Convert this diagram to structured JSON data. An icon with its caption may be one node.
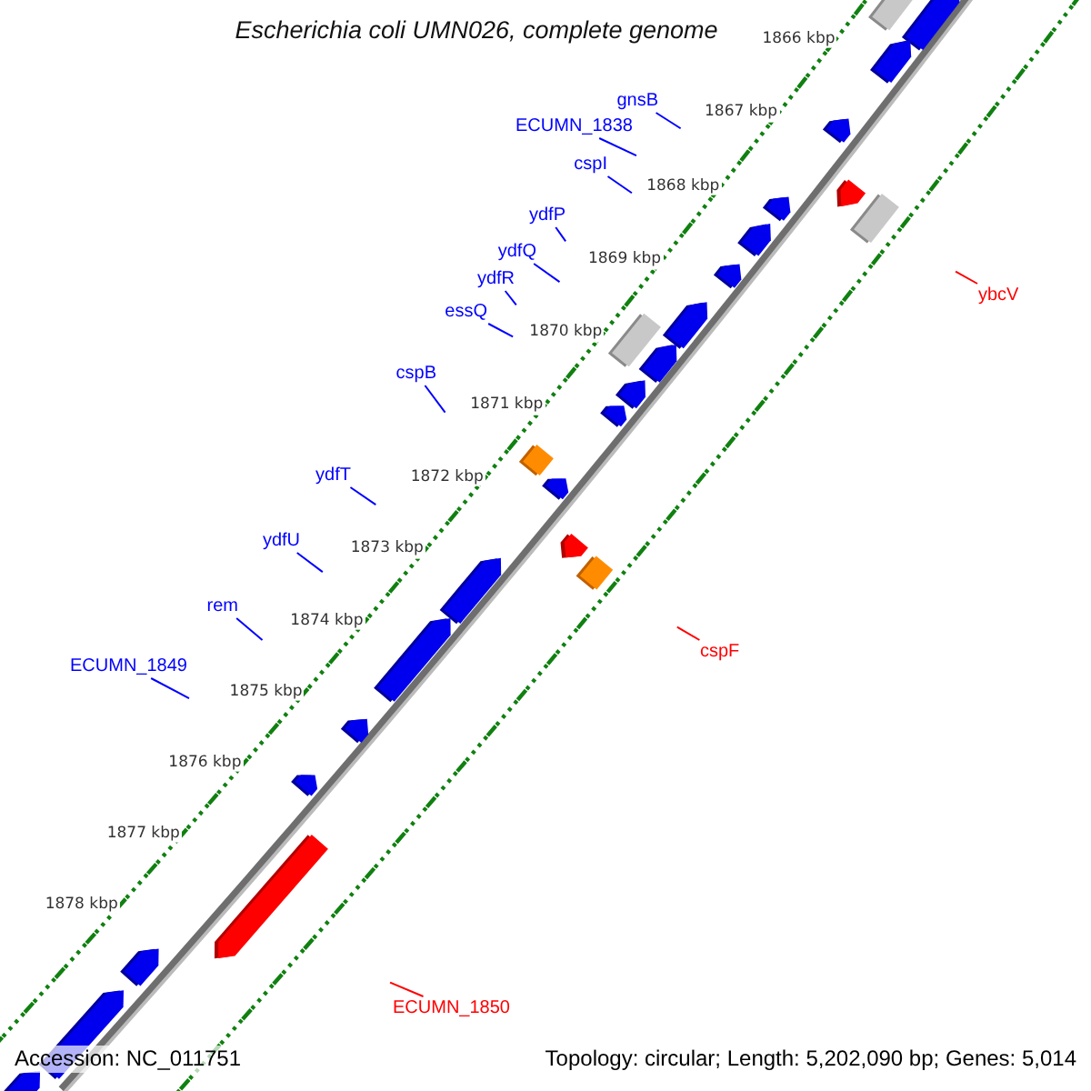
{
  "diagram": {
    "title": "Escherichia coli UMN026, complete genome",
    "nodes": [
      {
        "text": [
          "gnsB"
        ]
      },
      {
        "text": [
          "ECUMN_1838"
        ]
      },
      {
        "text": [
          "cspI"
        ]
      },
      {
        "text": [
          "ydfP"
        ]
      },
      {
        "text": [
          "ydfQ"
        ]
      },
      {
        "text": [
          "ydfR"
        ]
      },
      {
        "text": [
          "ybcV"
        ]
      },
      {
        "text": [
          "essQ"
        ]
      },
      {
        "text": [
          "cspB"
        ]
      },
      {
        "text": [
          "ydfT"
        ]
      },
      {
        "text": [
          "ydfU"
        ]
      },
      {
        "text": [
          "rem"
        ]
      },
      {
        "text": [
          "cspF"
        ]
      },
      {
        "text": [
          "ECUMN_1849"
        ]
      },
      {
        "text": [
          "ECUMN_1850"
        ]
      }
    ],
    "edges": [
      {
        "from": 0,
        "to": null,
        "arrow": "none"
      },
      {
        "from": 1,
        "to": null,
        "arrow": "none"
      },
      {
        "from": 2,
        "to": null,
        "arrow": "none"
      },
      {
        "from": 3,
        "to": null,
        "arrow": "none"
      },
      {
        "from": 4,
        "to": null,
        "arrow": "none"
      },
      {
        "from": 5,
        "to": null,
        "arrow": "none"
      },
      {
        "from": 6,
        "to": null,
        "arrow": "none",
        "color": "#ff0000"
      },
      {
        "from": 7,
        "to": null,
        "arrow": "none"
      },
      {
        "from": 8,
        "to": null,
        "arrow": "none"
      },
      {
        "from": 9,
        "to": null,
        "arrow": "none"
      },
      {
        "from": 10,
        "to": null,
        "arrow": "none"
      },
      {
        "from": 11,
        "to": null,
        "arrow": "none"
      },
      {
        "from": 12,
        "to": null,
        "arrow": "none",
        "color": "#ff0000"
      },
      {
        "from": 13,
        "to": null,
        "arrow": "none"
      },
      {
        "from": 14,
        "to": null,
        "arrow": "none",
        "color": "#ff0000"
      }
    ],
    "labels": [
      "1866 kbp",
      "1867 kbp",
      "1868 kbp",
      "1869 kbp",
      "1870 kbp",
      "1871 kbp",
      "1872 kbp",
      "1873 kbp",
      "1874 kbp",
      "1875 kbp",
      "1876 kbp",
      "1877 kbp",
      "1878 kbp",
      "Accession: NC_011751",
      "Topology: circular; Length: 5,202,090 bp; Genes: 5,014"
    ]
  }
}
